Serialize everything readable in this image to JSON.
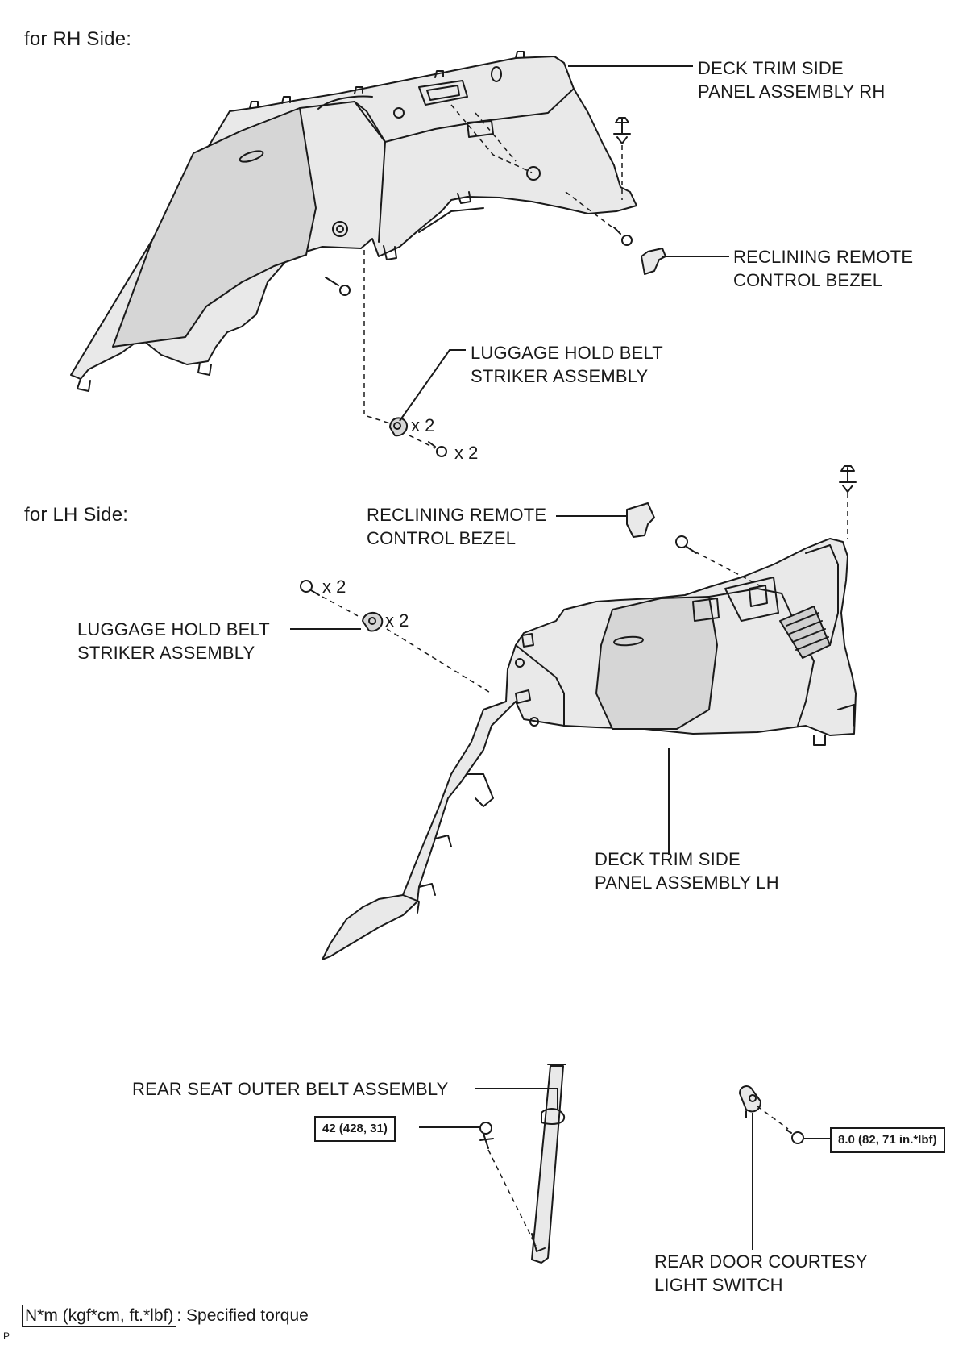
{
  "sections": {
    "rh_heading": "for RH Side:",
    "lh_heading": "for LH Side:"
  },
  "labels": {
    "rh_panel": [
      "DECK TRIM SIDE",
      "PANEL ASSEMBLY RH"
    ],
    "rh_bezel": [
      "RECLINING REMOTE",
      "CONTROL BEZEL"
    ],
    "rh_striker": [
      "LUGGAGE HOLD BELT",
      "STRIKER ASSEMBLY"
    ],
    "lh_bezel": [
      "RECLINING REMOTE",
      "CONTROL BEZEL"
    ],
    "lh_striker": [
      "LUGGAGE HOLD BELT",
      "STRIKER ASSEMBLY"
    ],
    "lh_panel": [
      "DECK TRIM SIDE",
      "PANEL ASSEMBLY LH"
    ],
    "seat_belt": "REAR SEAT OUTER BELT ASSEMBLY",
    "courtesy_switch": [
      "REAR DOOR COURTESY",
      "LIGHT SWITCH"
    ]
  },
  "quantities": {
    "rh_striker": "x 2",
    "rh_screw": "x 2",
    "lh_screw": "x 2",
    "lh_striker": "x 2"
  },
  "torques": {
    "belt_bolt": "42 (428, 31)",
    "switch_bolt": "8.0 (82, 71 in.*lbf)"
  },
  "legend": {
    "box": "N*m (kgf*cm, ft.*lbf)",
    "text": ": Specified torque"
  },
  "corner_mark": "P",
  "colors": {
    "ink": "#1a1a1a",
    "panel_fill": "#e9e9e9",
    "panel_shade": "#d6d6d6"
  }
}
